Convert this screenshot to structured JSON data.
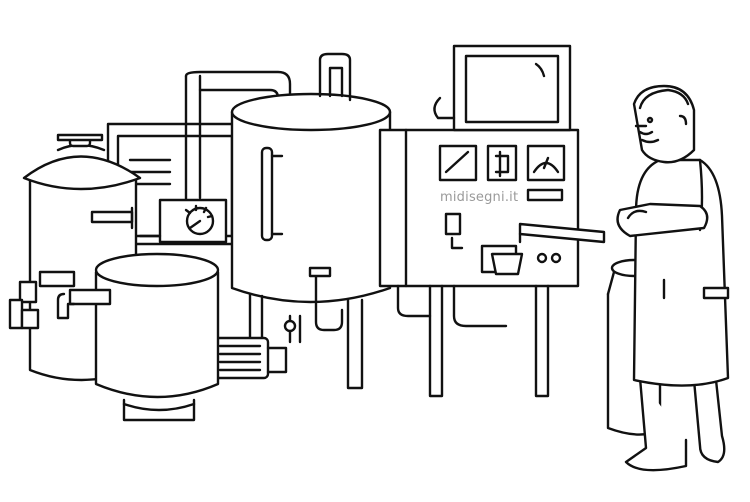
{
  "watermark": {
    "text": "midisegni.it"
  },
  "colors": {
    "line": "#111111",
    "background": "#ffffff",
    "watermark": "#9a9a9a"
  },
  "figures": [
    {
      "name": "industrial-plant-machinery"
    },
    {
      "name": "worker-in-lab-coat"
    }
  ]
}
